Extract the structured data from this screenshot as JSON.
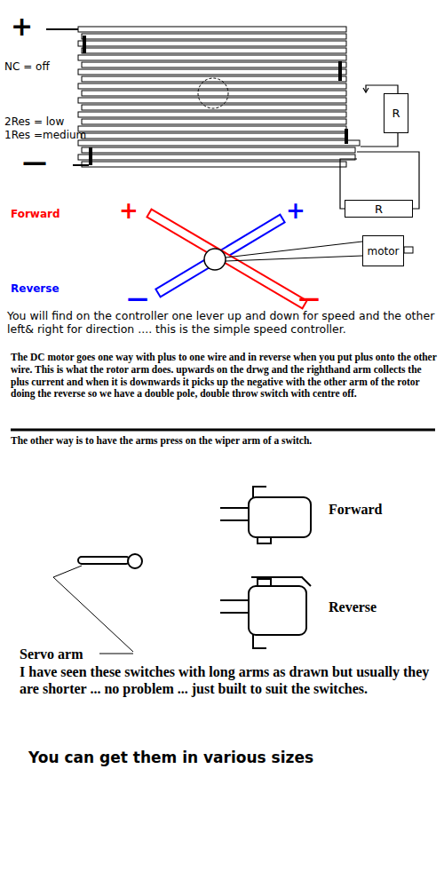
{
  "diagram": {
    "nodes": [
      {
        "text": [
          "R"
        ]
      },
      {
        "text": [
          "R"
        ]
      },
      {
        "text": [
          "motor"
        ]
      }
    ],
    "labels": [
      "+",
      "NC = off",
      "2Res = low",
      "1Res =medium",
      "—",
      "Forward",
      "+",
      "+",
      "Reverse",
      "—",
      "—",
      "You will find on the controller one lever up and down for speed and the other left& right for direction .... this is the simple speed controller.",
      "The DC motor goes one way with plus to one wire and in reverse when you put plus onto the other wire. This is what the rotor arm does. upwards on the drwg and the righthand arm collects the plus current and when it is downwards it picks up the negative with the other arm of the rotor doing the reverse so we have a double pole, double throw switch with centre off.",
      "The other way is to have the arms press on the wiper arm of a switch.",
      "Forward",
      "Reverse",
      "Servo arm",
      "I have seen these switches with long arms as drawn but usually they are shorter ... no problem ... just built to suit the switches.",
      "You can get them in various sizes"
    ]
  }
}
